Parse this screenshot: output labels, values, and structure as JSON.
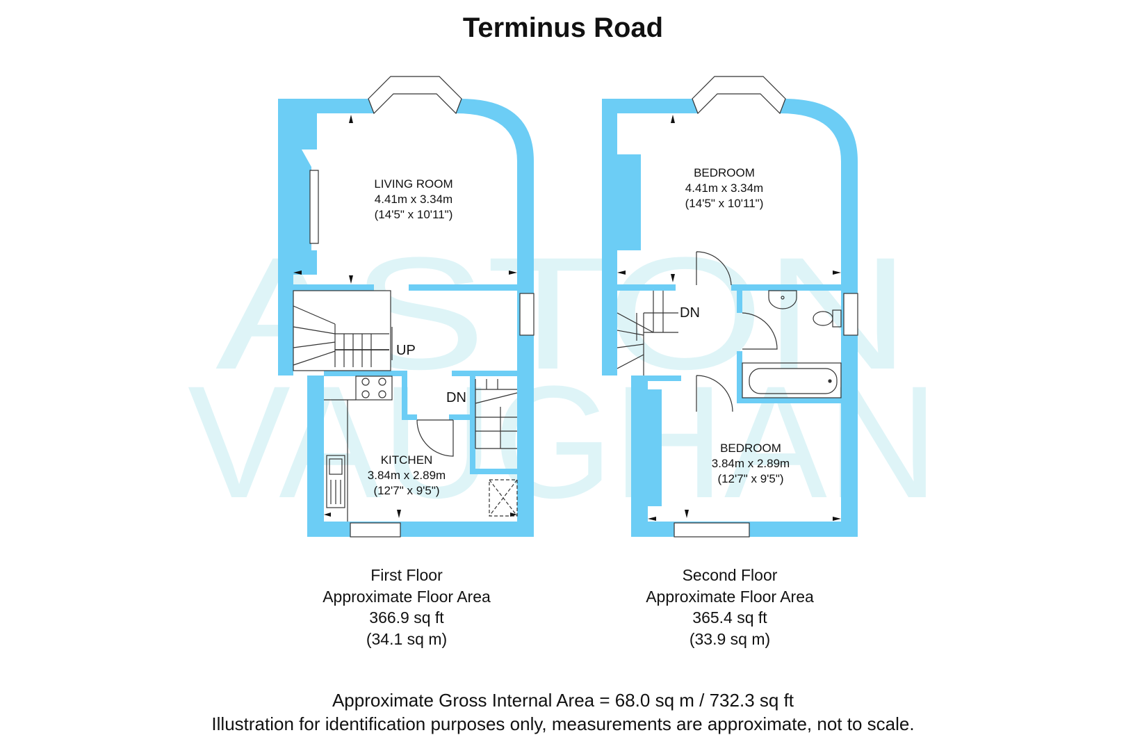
{
  "title": "Terminus Road",
  "watermark": {
    "line1": "ASTON",
    "line2": "VAUGHAN"
  },
  "colors": {
    "wall": "#6ccdf5",
    "watermark": "#c4ecf2",
    "text": "#111111"
  },
  "first_floor": {
    "rooms": [
      {
        "name": "LIVING ROOM",
        "metric": "4.41m x 3.34m",
        "imperial": "(14'5\" x 10'11\")"
      },
      {
        "name": "KITCHEN",
        "metric": "3.84m x 2.89m",
        "imperial": "(12'7\" x 9'5\")"
      }
    ],
    "stairs": {
      "up": "UP",
      "down": "DN"
    },
    "area": {
      "label": "First Floor",
      "caption": "Approximate Floor Area",
      "sqft": "366.9 sq ft",
      "sqm": "(34.1 sq m)"
    }
  },
  "second_floor": {
    "rooms": [
      {
        "name": "BEDROOM",
        "metric": "4.41m x 3.34m",
        "imperial": "(14'5\" x 10'11\")"
      },
      {
        "name": "BEDROOM",
        "metric": "3.84m x 2.89m",
        "imperial": "(12'7\" x 9'5\")"
      }
    ],
    "stairs": {
      "down": "DN"
    },
    "area": {
      "label": "Second Floor",
      "caption": "Approximate Floor Area",
      "sqft": "365.4 sq ft",
      "sqm": "(33.9 sq m)"
    }
  },
  "footer": {
    "gross_area": "Approximate Gross Internal Area = 68.0 sq m / 732.3 sq ft",
    "disclaimer": "Illustration for identification purposes only, measurements are approximate, not to scale."
  }
}
